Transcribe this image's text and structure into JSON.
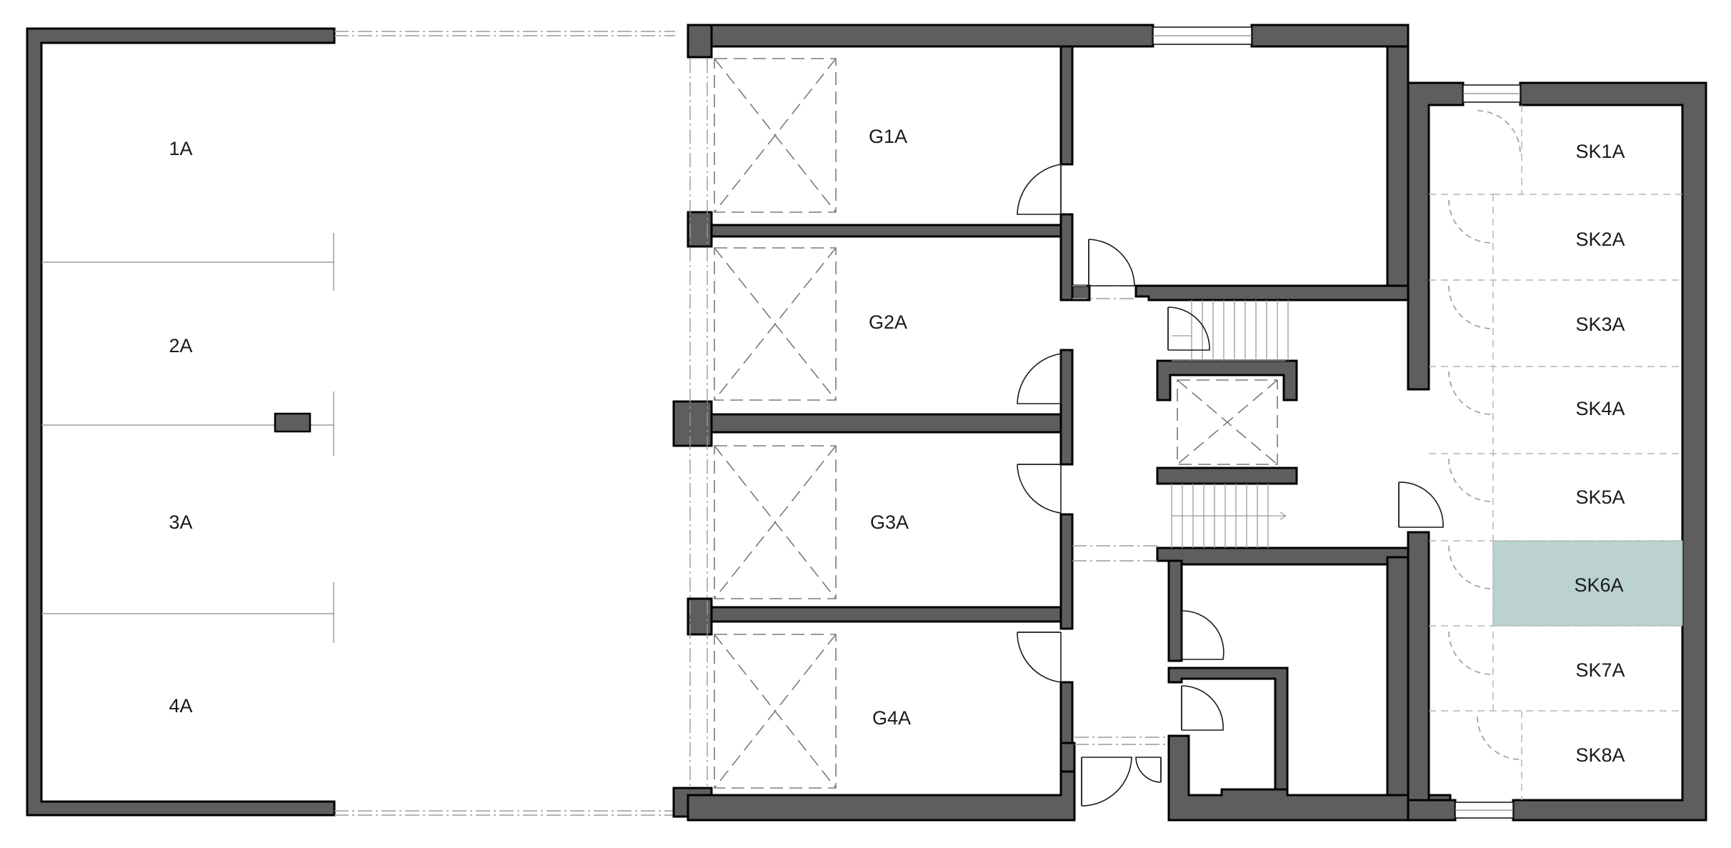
{
  "plan": {
    "units": {
      "parking_1a": "1A",
      "parking_2a": "2A",
      "parking_3a": "3A",
      "parking_4a": "4A",
      "garage_g1a": "G1A",
      "garage_g2a": "G2A",
      "garage_g3a": "G3A",
      "garage_g4a": "G4A",
      "storage_sk1a": "SK1A",
      "storage_sk2a": "SK2A",
      "storage_sk3a": "SK3A",
      "storage_sk4a": "SK4A",
      "storage_sk5a": "SK5A",
      "storage_sk6a": "SK6A",
      "storage_sk7a": "SK7A",
      "storage_sk8a": "SK8A"
    },
    "highlighted_unit": "SK6A",
    "colors": {
      "wall": "#5e5e5e",
      "highlight": "#bcd2cf",
      "background": "#ffffff"
    }
  }
}
